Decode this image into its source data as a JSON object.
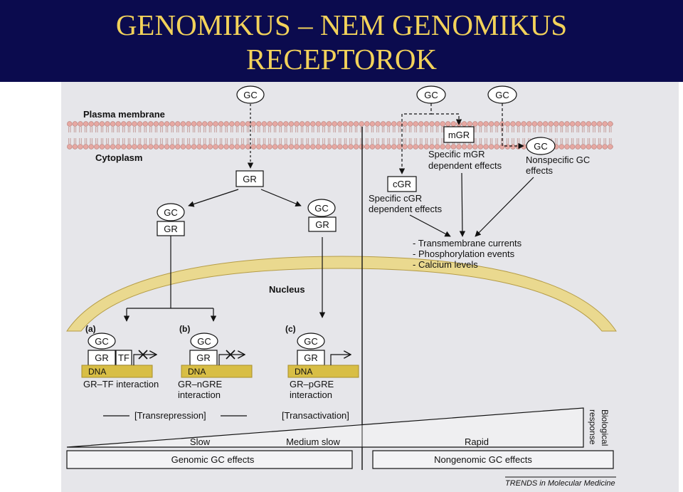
{
  "slide": {
    "title_line1": "GENOMIKUS – NEM GENOMIKUS",
    "title_line2": "RECEPTOROK"
  },
  "colors": {
    "title_band": "#0b0b4e",
    "title_text": "#f2d25a",
    "figure_bg": "#e6e6ea",
    "membrane_head": "#e7a8a2",
    "nucleus": "#ead98f",
    "dna": "#d8be45"
  },
  "diagram": {
    "plasma_membrane": "Plasma membrane",
    "cytoplasm": "Cytoplasm",
    "nucleus": "Nucleus",
    "gc": "GC",
    "gr": "GR",
    "cgr": "cGR",
    "mgr": "mGR",
    "tf": "TF",
    "dna": "DNA",
    "specific_mgr_1": "Specific mGR",
    "specific_mgr_2": "dependent effects",
    "nonspecific_1": "Nonspecific GC",
    "nonspecific_2": "effects",
    "specific_cgr_1": "Specific cGR",
    "specific_cgr_2": "dependent effects",
    "effect_1": "- Transmembrane currents",
    "effect_2": "- Phosphorylation events",
    "effect_3": "- Calcium levels",
    "panel_a": "(a)",
    "panel_b": "(b)",
    "panel_c": "(c)",
    "caption_a": "GR–TF interaction",
    "caption_b_1": "GR–nGRE",
    "caption_b_2": "interaction",
    "caption_c_1": "GR–pGRE",
    "caption_c_2": "interaction",
    "transrepression": "[Transrepression]",
    "transactivation": "[Transactivation]",
    "slow": "Slow",
    "medium_slow": "Medium slow",
    "rapid": "Rapid",
    "genomic": "Genomic GC effects",
    "nongenomic": "Nongenomic GC effects",
    "biological_1": "Biological",
    "biological_2": "response",
    "source": "TRENDS in Molecular Medicine"
  }
}
